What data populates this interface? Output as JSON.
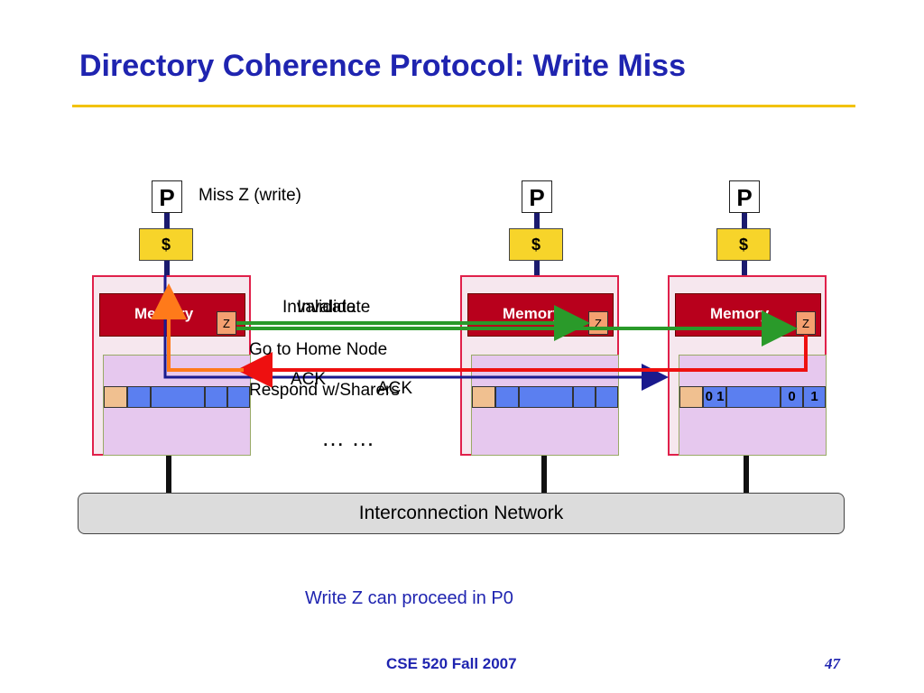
{
  "slide": {
    "title": "Directory Coherence Protocol: Write Miss",
    "caption": "Write Z can proceed in P0",
    "footer": "CSE 520 Fall 2007",
    "page_number": "47"
  },
  "processors": [
    {
      "label": "P",
      "cache_label": "$"
    },
    {
      "label": "P",
      "cache_label": "$"
    },
    {
      "label": "P",
      "cache_label": "$"
    }
  ],
  "nodes": [
    {
      "memory_label": "Memory",
      "block_label": "Z",
      "dir_bits": [
        "",
        "",
        ""
      ]
    },
    {
      "memory_label": "Memory",
      "block_label": "Z",
      "dir_bits": [
        "",
        "",
        ""
      ]
    },
    {
      "memory_label": "Memory",
      "block_label": "Z",
      "dir_bits": [
        "0 1",
        "0",
        "1"
      ]
    }
  ],
  "annotations": {
    "miss": "Miss Z (write)",
    "invalidate": "Invalidate",
    "go_home": "Go to Home Node",
    "ack": "ACK",
    "respond": "Respond w/Sharers",
    "ellipsis": "… …"
  },
  "network_label": "Interconnection Network",
  "colors": {
    "title": "#1f24b0",
    "rule": "#f2c200",
    "memory": "#b8001c",
    "arrow_green": "#2a9a2a",
    "arrow_red": "#ee1010",
    "arrow_orange": "#ff7a1a",
    "arrow_navy": "#1a1a8e"
  }
}
